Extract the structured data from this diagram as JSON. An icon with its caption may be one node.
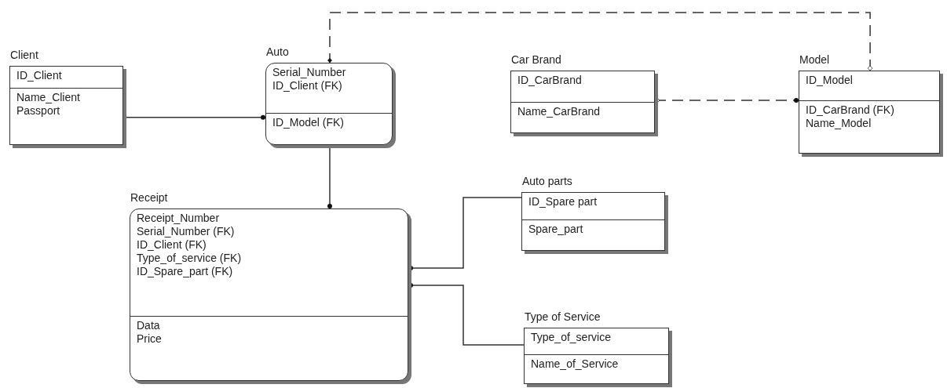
{
  "diagram": {
    "nodes": [
      {
        "text": [
          "Client",
          "ID_Client",
          "Name_Client Passport"
        ]
      },
      {
        "text": [
          "Auto",
          "Serial_Number ID_Client (FK)",
          "ID_Model (FK)"
        ]
      },
      {
        "text": [
          "Car Brand",
          "ID_CarBrand",
          "Name_CarBrand"
        ]
      },
      {
        "text": [
          "Model",
          "ID_Model",
          "ID_CarBrand (FK) Name_Model"
        ]
      },
      {
        "text": [
          "Receipt",
          "Receipt_Number Serial_Number (FK) ID_Client (FK) Type_of_service (FK) ID_Spare_part (FK)",
          "Data Price"
        ]
      },
      {
        "text": [
          "Auto parts",
          "ID_Spare part",
          "Spare_part"
        ]
      },
      {
        "text": [
          "Type of Service",
          "Type_of_service",
          "Name_of_Service"
        ]
      }
    ],
    "edges": [
      {
        "from": 0,
        "to": 1,
        "arrow": "other"
      },
      {
        "from": 3,
        "to": 1,
        "arrow": "other",
        "style": "dashed"
      },
      {
        "from": 2,
        "to": 3,
        "arrow": "other",
        "style": "dashed"
      },
      {
        "from": 1,
        "to": 4,
        "arrow": "other"
      },
      {
        "from": 5,
        "to": 4,
        "arrow": "other"
      },
      {
        "from": 6,
        "to": 4,
        "arrow": "other"
      }
    ]
  }
}
